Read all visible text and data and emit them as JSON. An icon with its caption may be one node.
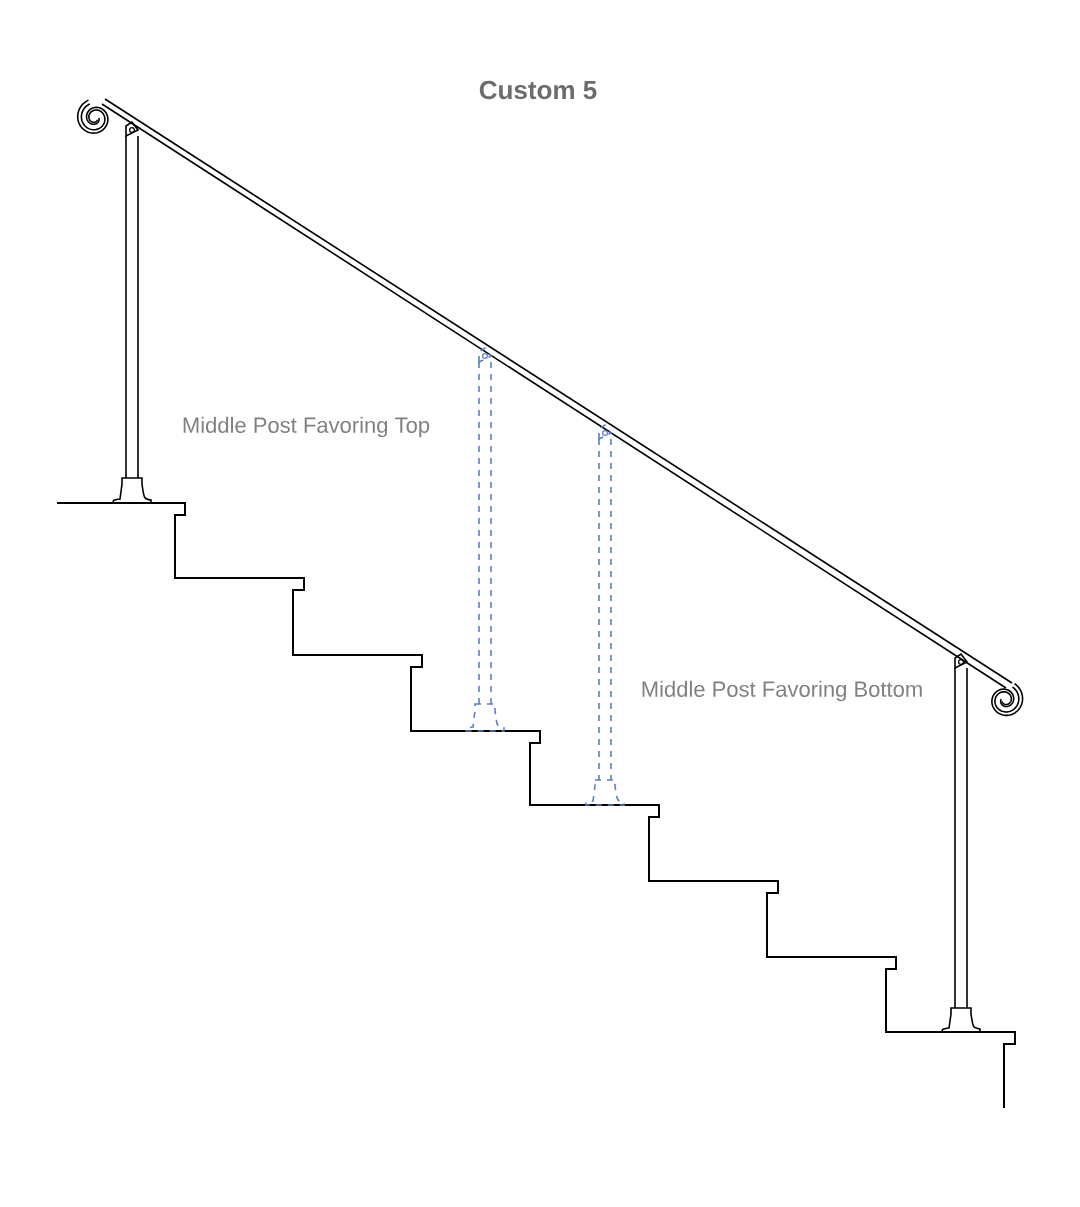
{
  "diagram": {
    "title": "Custom 5",
    "labels": [
      "Middle Post Favoring Top",
      "Middle Post Favoring Bottom"
    ]
  }
}
